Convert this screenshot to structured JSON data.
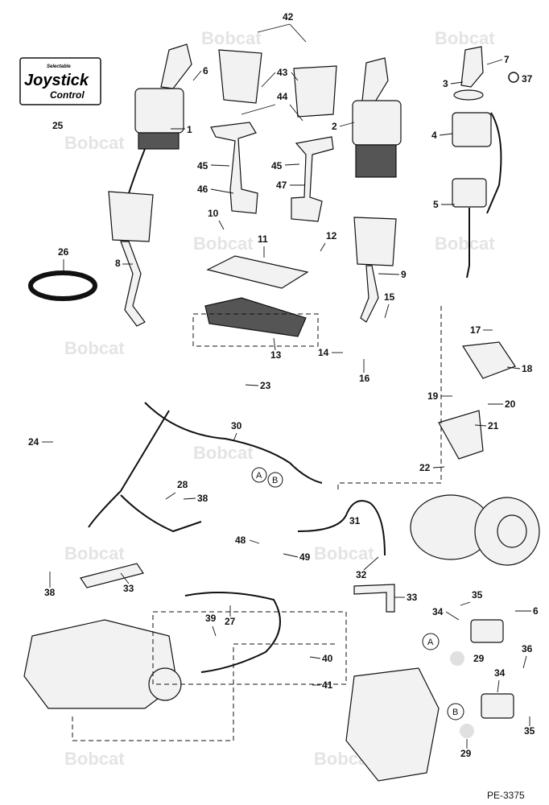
{
  "figure_ref": "PE-3375",
  "badge": {
    "small_text": "Selectable",
    "title": "Joystick",
    "subtitle": "Control"
  },
  "watermark_text": "Bobcat",
  "connector_labels": [
    "A",
    "B"
  ],
  "callouts": [
    "1",
    "2",
    "3",
    "4",
    "5",
    "6",
    "7",
    "8",
    "9",
    "10",
    "11",
    "12",
    "13",
    "14",
    "15",
    "16",
    "17",
    "18",
    "19",
    "20",
    "21",
    "22",
    "23",
    "24",
    "25",
    "26",
    "27",
    "28",
    "29",
    "30",
    "31",
    "32",
    "33",
    "34",
    "35",
    "36",
    "37",
    "38",
    "39",
    "40",
    "41",
    "42",
    "43",
    "44",
    "45",
    "46",
    "47",
    "48",
    "49"
  ]
}
